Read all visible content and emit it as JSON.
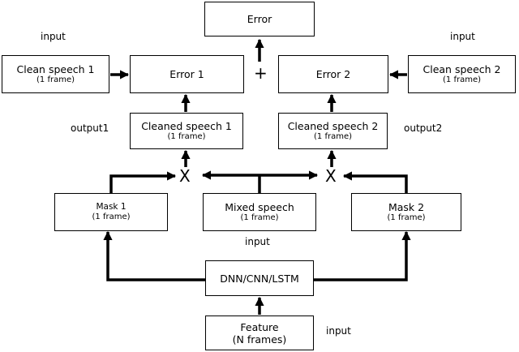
{
  "boxes": {
    "error": {
      "title": "Error"
    },
    "error1": {
      "title": "Error 1"
    },
    "error2": {
      "title": "Error 2"
    },
    "clean_speech_1": {
      "title": "Clean speech 1",
      "frames": "(1 frame)"
    },
    "clean_speech_2": {
      "title": "Clean speech 2",
      "frames": "(1 frame)"
    },
    "cleaned_speech_1": {
      "title": "Cleaned speech 1",
      "frames": "(1 frame)"
    },
    "cleaned_speech_2": {
      "title": "Cleaned speech 2",
      "frames": "(1 frame)"
    },
    "mask_1": {
      "title": "Mask 1",
      "frames": "(1 frame)"
    },
    "mask_2": {
      "title": "Mask 2",
      "frames": "(1 frame)"
    },
    "mixed_speech": {
      "title": "Mixed speech",
      "frames": "(1 frame)"
    },
    "network": {
      "title": "DNN/CNN/LSTM"
    },
    "feature": {
      "title": "Feature",
      "frames": "(N frames)"
    }
  },
  "labels": {
    "input_top_left": "input",
    "input_top_right": "input",
    "output1": "output1",
    "output2": "output2",
    "input_mixed": "input",
    "input_feature": "input"
  },
  "operators": {
    "plus": "+",
    "multiply_left": "X",
    "multiply_right": "X"
  },
  "colors": {
    "line": "#000000",
    "box_border": "#000000",
    "background": "#ffffff"
  }
}
